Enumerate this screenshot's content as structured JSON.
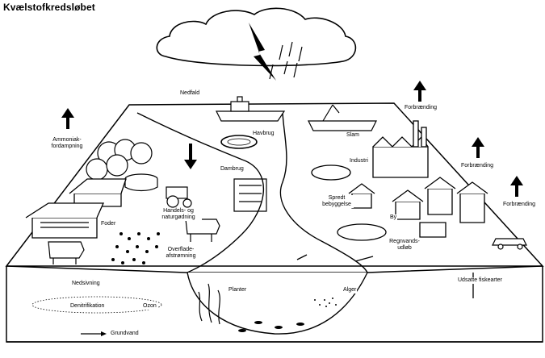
{
  "title": "Kvælstofkredsløbet",
  "labels": {
    "nedfald": "Nedfald",
    "ammoniak": "Ammoniak-\nfordampning",
    "havbrug": "Havbrug",
    "slam": "Slam",
    "forbraending_top": "Forbrænding",
    "forbraending_mid": "Forbrænding",
    "forbraending_right": "Forbrænding",
    "industri": "Industri",
    "dambrug": "Dambrug",
    "spredt_bebyggelse": "Spredt\nbebyggelse",
    "handels_naturgoedning": "Handels- og\nnaturgødning",
    "foder": "Foder",
    "by": "By",
    "overfladeafstroemning": "Overflade-\nafstrømning",
    "regnvandsudloeb": "Regnvands-\nudløb",
    "udsivning": "Nedsivning",
    "denitrifikation": "Denitrifikation",
    "ozon": "Ozon",
    "planter": "Planter",
    "alger": "Alger",
    "udsatte_fiskearter": "Udsatte fiskearter",
    "grundvand": "Grundvand"
  }
}
